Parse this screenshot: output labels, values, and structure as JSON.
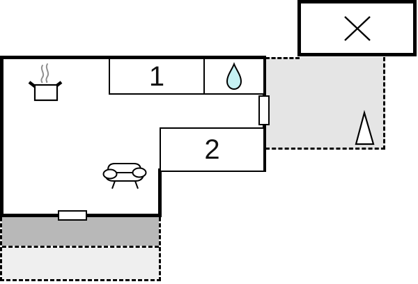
{
  "floor_plan": {
    "type": "holiday-home floor plan",
    "rooms": [
      {
        "id": "room-1",
        "label": "1"
      },
      {
        "id": "room-2",
        "label": "2"
      },
      {
        "id": "bathroom",
        "icon": "water-drop-icon"
      },
      {
        "id": "kitchen-living-area",
        "icons": [
          "cooking-pot-icon",
          "sofa-icon"
        ]
      }
    ],
    "annex": {
      "icon": "crossed-lines-icon"
    },
    "outdoor": {
      "right_terrace": {
        "icon": "tree-icon",
        "border": "dashed"
      },
      "bottom_patio_covered": {
        "border": "dashed"
      },
      "bottom_patio_open": {
        "border": "dashed"
      }
    },
    "doors": [
      "right-wall-door",
      "bottom-wall-door"
    ],
    "colors": {
      "wall": "#000000",
      "drop": "#c6f1f3",
      "terrace": "#e5e5e5",
      "patio_dark": "#b8b8b8",
      "patio_light": "#efefef",
      "steam": "#8f8f8f"
    }
  }
}
